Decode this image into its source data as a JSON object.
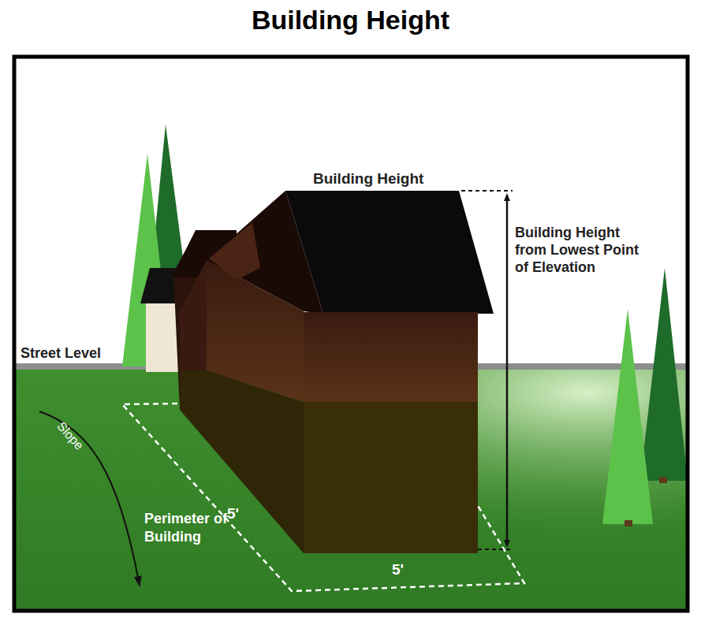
{
  "diagram": {
    "title": "Building Height",
    "labels": [
      "Building Height",
      "Building Height from Lowest Point of Elevation",
      "Street Level",
      "Slope",
      "Perimeter of Building",
      "5'",
      "5'"
    ]
  }
}
